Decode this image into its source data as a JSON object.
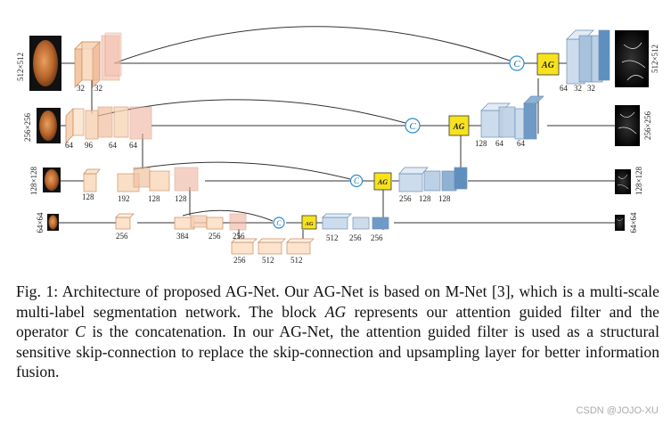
{
  "labels": {
    "row1_side": "512×512",
    "row2_side": "256×256",
    "row3_side": "128×128",
    "row4_side": "64×64",
    "row1_out": "512×512",
    "row2_out": "256×256",
    "row3_out": "128×128",
    "row4_out": "64×64",
    "enc1_a": "32",
    "enc1_b": "32",
    "enc2_a": "64",
    "enc2_b": "96",
    "enc2_c": "64",
    "enc2_d": "64",
    "enc3_a": "128",
    "enc3_b": "192",
    "enc3_c": "128",
    "enc3_d": "128",
    "enc4_a": "256",
    "enc4_b": "384",
    "enc4_c": "256",
    "enc4_d": "256",
    "bot_a": "256",
    "bot_b": "512",
    "bot_c": "512",
    "dec4_a": "512",
    "dec4_b": "256",
    "dec4_c": "256",
    "dec3_a": "256",
    "dec3_b": "128",
    "dec3_c": "128",
    "dec2_a": "128",
    "dec2_b": "64",
    "dec2_c": "64",
    "dec1_a": "64",
    "dec1_b": "32",
    "dec1_c": "32",
    "ag": "AG",
    "concat": "C"
  },
  "caption": {
    "part1": "Fig. 1: Architecture of proposed AG-Net. Our AG-Net is based on M-Net [3], which is a multi-scale multi-label segmentation network. The block ",
    "math1": "AG",
    "part2": " represents our attention guided filter and the operator ",
    "math2": "C",
    "part3": " is the concatenation. In our AG-Net, the attention guided filter is used as a structural sensitive skip-connection to replace the skip-connection and upsampling layer for better information fusion."
  },
  "watermark": "CSDN @JOJO-XU",
  "colors": {
    "encoder": "#f6c9a4",
    "encoder_edge": "#d9946a",
    "decoder": "#b9cde6",
    "decoder_dark": "#5f8fbf",
    "ag_fill": "#f7e21e",
    "concat": "#2b8ccc"
  }
}
